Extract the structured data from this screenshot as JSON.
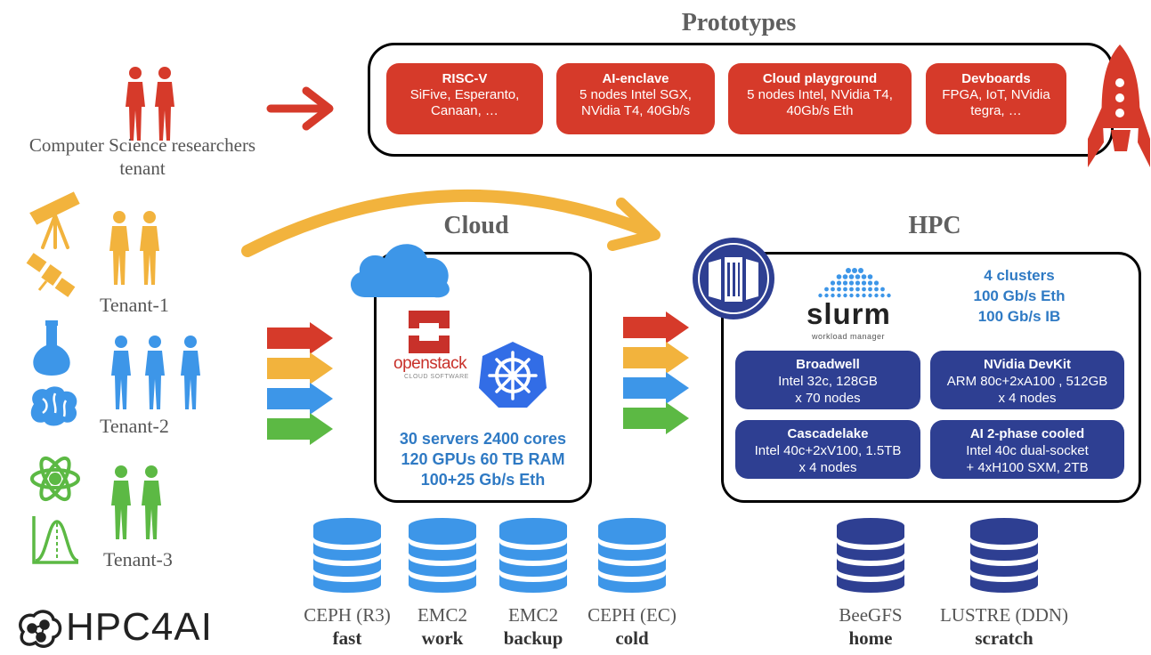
{
  "titles": {
    "prototypes": "Prototypes",
    "cloud": "Cloud",
    "hpc": "HPC"
  },
  "researchers": {
    "line1": "Computer Science researchers",
    "line2": "tenant"
  },
  "tenants": [
    "Tenant-1",
    "Tenant-2",
    "Tenant-3"
  ],
  "prototypes": [
    {
      "title": "RISC-V",
      "line1": "SiFive, Esperanto,",
      "line2": "Canaan, …"
    },
    {
      "title": "AI-enclave",
      "line1": "5 nodes Intel SGX,",
      "line2": "NVidia T4, 40Gb/s"
    },
    {
      "title": "Cloud playground",
      "line1": "5 nodes Intel, NVidia T4,",
      "line2": "40Gb/s Eth"
    },
    {
      "title": "Devboards",
      "line1": "FPGA, IoT, NVidia",
      "line2": "tegra, …"
    }
  ],
  "cloud": {
    "openstack_word": "openstack",
    "openstack_sub": "CLOUD SOFTWARE",
    "stats": [
      "30 servers 2400 cores",
      "120 GPUs 60 TB RAM",
      "100+25 Gb/s Eth"
    ]
  },
  "hpc": {
    "slurm_word": "slurm",
    "slurm_sub": "workload manager",
    "stats": [
      "4 clusters",
      "100 Gb/s Eth",
      "100 Gb/s IB"
    ],
    "clusters": [
      {
        "title": "Broadwell",
        "line1": "Intel 32c, 128GB",
        "line2": "x 70 nodes"
      },
      {
        "title": "NVidia DevKit",
        "line1": "ARM 80c+2xA100 , 512GB",
        "line2": "x 4 nodes"
      },
      {
        "title": "Cascadelake",
        "line1": "Intel 40c+2xV100, 1.5TB",
        "line2": "x 4 nodes"
      },
      {
        "title": "AI 2-phase cooled",
        "line1": "Intel 40c dual-socket",
        "line2": "+ 4xH100 SXM, 2TB"
      }
    ]
  },
  "storage": [
    {
      "name": "CEPH (R3)",
      "tier": "fast"
    },
    {
      "name": "EMC2",
      "tier": "work"
    },
    {
      "name": "EMC2",
      "tier": "backup"
    },
    {
      "name": "CEPH (EC)",
      "tier": "cold"
    },
    {
      "name": "BeeGFS",
      "tier": "home"
    },
    {
      "name": "LUSTRE (DDN)",
      "tier": "scratch"
    }
  ],
  "logo": "HPC4AI",
  "colors": {
    "red": "#d63a2a",
    "orange": "#f2b33d",
    "blue": "#3d96e8",
    "green": "#5cb944",
    "navy": "#2e3f92",
    "stat_blue": "#2f7ac4"
  }
}
